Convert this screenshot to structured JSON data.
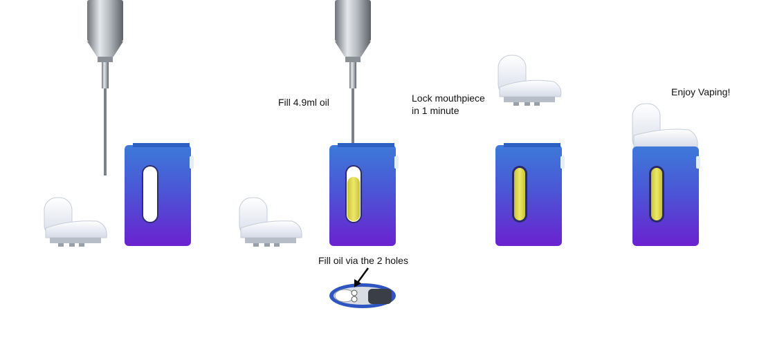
{
  "steps": [
    {
      "id": "step-1",
      "caption": ""
    },
    {
      "id": "step-2",
      "caption_line1": "Fill 4.9ml oil"
    },
    {
      "id": "step-3",
      "caption_line1": "Lock mouthpiece",
      "caption_line2": "in 1 minute"
    },
    {
      "id": "step-4",
      "caption_line1": "Enjoy Vaping!"
    }
  ],
  "detail": {
    "caption": "Fill oil via the 2 holes"
  },
  "colors": {
    "body_top": "#3a6fd8",
    "body_bottom": "#6a22d0",
    "oil": "#e8e060",
    "window_empty": "#ffffff",
    "mouthpiece": "#eef2fb",
    "needle": "#9aa0a6"
  }
}
